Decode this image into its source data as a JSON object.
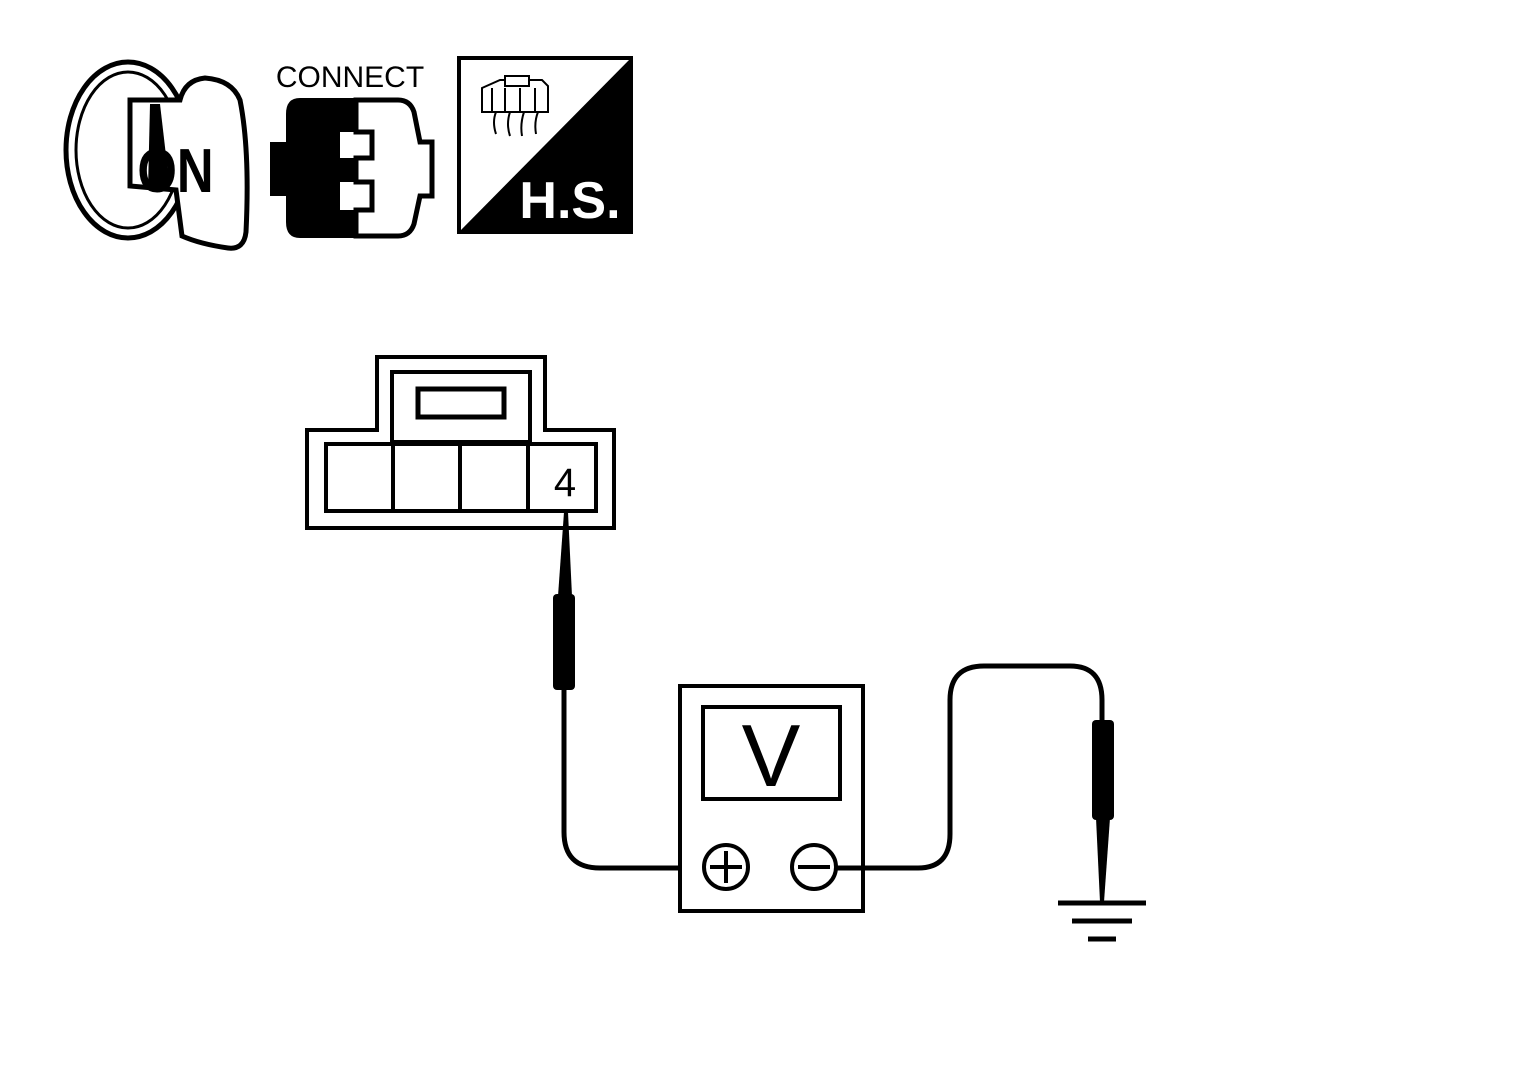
{
  "icons": {
    "ignition_switch": {
      "icon": "ignition-key-icon",
      "label": "ON"
    },
    "connector_status": {
      "icon": "connector-connect-icon",
      "label": "CONNECT"
    },
    "harness_side": {
      "icon": "harness-side-connector-icon",
      "label": "H.S."
    }
  },
  "connector": {
    "terminal_label": "4"
  },
  "meter": {
    "display": "V",
    "positive_symbol": "+",
    "negative_symbol": "−"
  },
  "colors": {
    "ink": "#000000",
    "paper": "#ffffff"
  }
}
